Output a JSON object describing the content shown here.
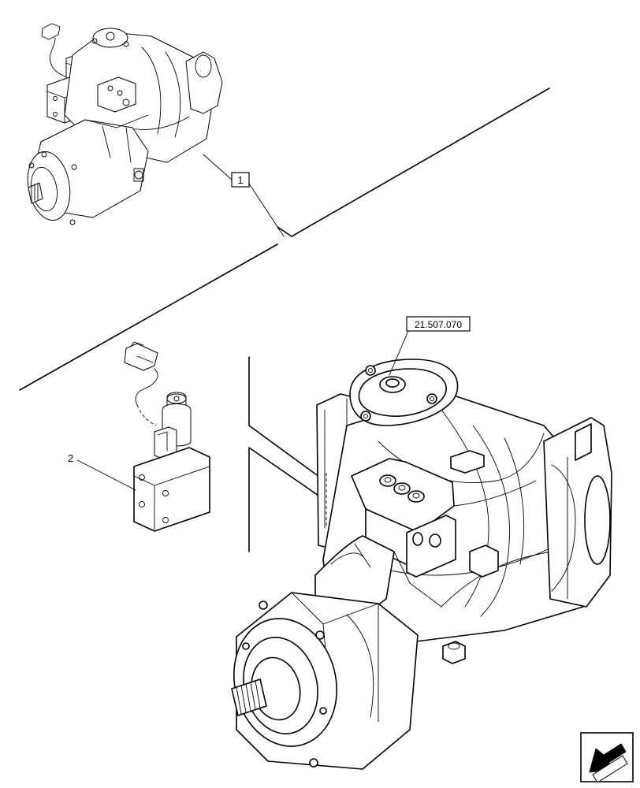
{
  "callouts": {
    "item_1": "1",
    "item_2": "2",
    "reference": "21.507.070"
  },
  "icons": {
    "corner_icon": "next-page-arrow-icon"
  }
}
